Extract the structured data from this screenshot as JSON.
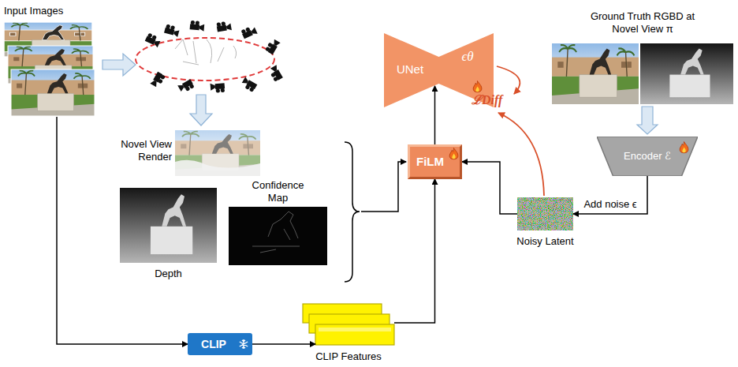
{
  "diagram": {
    "nodes": [
      {
        "text": [
          "Input Images"
        ]
      },
      {
        "text": [
          "Novel View Render"
        ]
      },
      {
        "text": [
          "Depth"
        ]
      },
      {
        "text": [
          "Confidence Map"
        ]
      },
      {
        "text": [
          "CLIP"
        ]
      },
      {
        "text": [
          "CLIP Features"
        ]
      },
      {
        "text": [
          "FiLM"
        ]
      },
      {
        "text": [
          "UNet",
          "ϵθ"
        ]
      },
      {
        "text": [
          "Ground Truth RGBD at Novel View π"
        ]
      },
      {
        "text": [
          "Encoder ℰ"
        ]
      },
      {
        "text": [
          "Noisy Latent"
        ]
      }
    ],
    "edges": [
      {
        "from": 0,
        "to": 4,
        "arrow": "to"
      },
      {
        "from": 4,
        "to": 5,
        "arrow": "to"
      },
      {
        "from": 5,
        "to": 6,
        "arrow": "to"
      },
      {
        "from": 6,
        "to": 7,
        "arrow": "to"
      },
      {
        "from": 8,
        "to": 9,
        "arrow": "to"
      },
      {
        "from": 9,
        "to": 10,
        "label": "Add noise ϵ",
        "arrow": "to"
      },
      {
        "from": 10,
        "to": 6,
        "arrow": "to"
      }
    ],
    "labels": [
      "ℒDiff"
    ]
  }
}
